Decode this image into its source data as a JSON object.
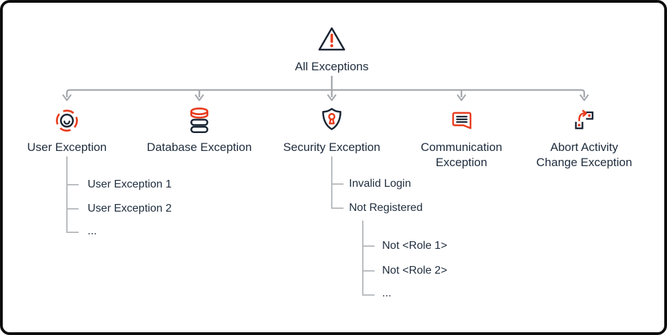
{
  "colors": {
    "accent_red": "#E83C1E",
    "ink_navy": "#1D2B3C",
    "icon_ink": "#192433",
    "connector_gray": "#A5A9AE",
    "tree_gray": "#B0B4B8",
    "frame_black": "#0D0D0D"
  },
  "diagram": {
    "root": {
      "label": "All Exceptions",
      "icon": "warning-triangle"
    },
    "branches": [
      {
        "label": "User Exception",
        "icon": "user-circle-dashed"
      },
      {
        "label": "Database Exception",
        "icon": "database-cylinders"
      },
      {
        "label": "Security Exception",
        "icon": "shield-keyhole"
      },
      {
        "label": "Communication Exception",
        "icon": "speech-bubble-lines"
      },
      {
        "label": "Abort Activity Change Exception",
        "icon": "abort-activity-arrow"
      }
    ],
    "user_exception_children": [
      "User Exception 1",
      "User Exception 2",
      "..."
    ],
    "security_exception_children": [
      "Invalid Login",
      "Not Registered"
    ],
    "not_registered_children": [
      "Not <Role 1>",
      "Not <Role 2>",
      "..."
    ]
  }
}
